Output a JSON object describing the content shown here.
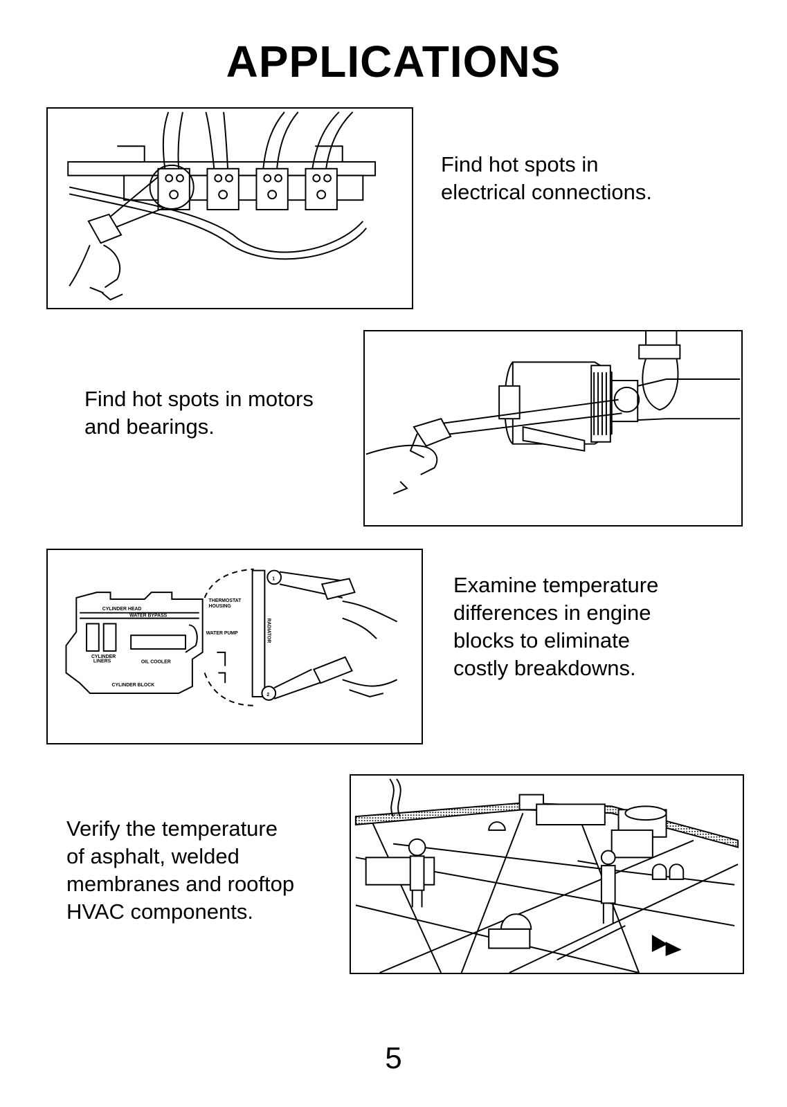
{
  "title": "APPLICATIONS",
  "sections": [
    {
      "caption": [
        "Find hot spots in",
        "electrical connections."
      ]
    },
    {
      "caption": [
        "Find hot spots in motors",
        "and bearings."
      ]
    },
    {
      "caption": [
        "Examine temperature",
        "differences in engine",
        "blocks to eliminate",
        "costly breakdowns."
      ]
    },
    {
      "caption": [
        "Verify the temperature",
        "of asphalt, welded",
        "membranes and rooftop",
        "HVAC components."
      ]
    }
  ],
  "engine_labels": {
    "cylinder_head": "CYLINDER HEAD",
    "water_bypass": "WATER BYPASS",
    "thermostat": "THERMOSTAT",
    "housing": "HOUSING",
    "water_pump": "WATER PUMP",
    "cylinder_liners_1": "CYLINDER",
    "cylinder_liners_2": "LINERS",
    "oil_cooler": "OIL COOLER",
    "cylinder_block": "CYLINDER BLOCK",
    "radiator": "RADIATOR",
    "point_1": "1",
    "point_2": "2"
  },
  "page_number": "5"
}
